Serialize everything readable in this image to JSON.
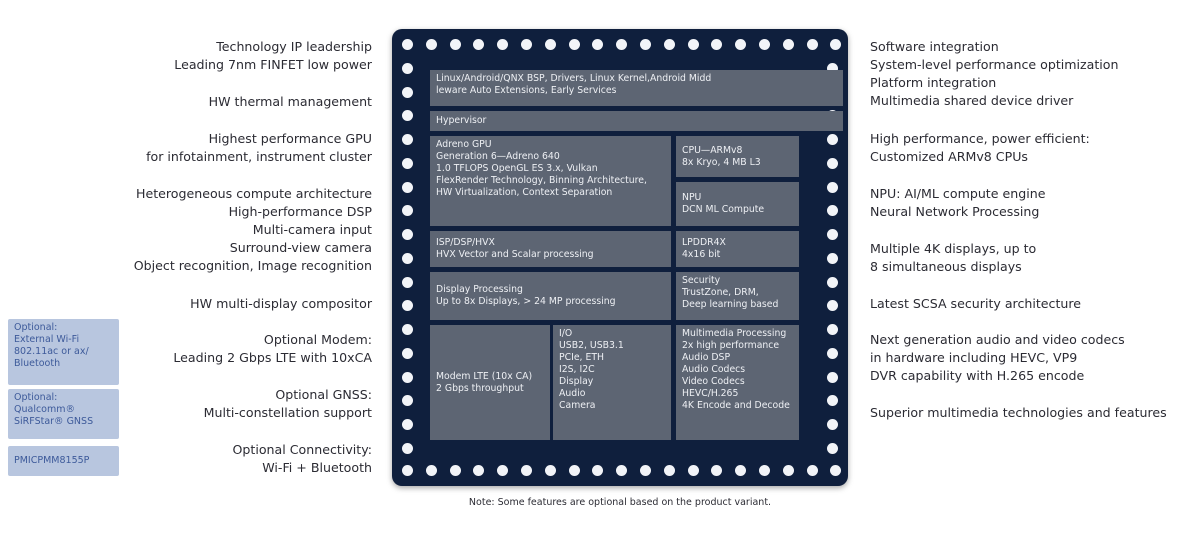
{
  "left_labels": [
    {
      "id": "ip",
      "lines": [
        "Technology IP leadership",
        "Leading 7nm FINFET low power"
      ]
    },
    {
      "id": "thermal",
      "lines": [
        "HW thermal management"
      ]
    },
    {
      "id": "gpu",
      "lines": [
        "Highest performance GPU",
        "for infotainment, instrument cluster"
      ]
    },
    {
      "id": "compute",
      "lines": [
        "Heterogeneous compute architecture",
        "High-performance DSP",
        "Multi-camera input",
        "Surround-view camera",
        "Object recognition, Image recognition"
      ]
    },
    {
      "id": "display",
      "lines": [
        "HW multi-display compositor"
      ]
    },
    {
      "id": "modem",
      "lines": [
        "Optional Modem:",
        "Leading 2 Gbps LTE with 10xCA"
      ]
    },
    {
      "id": "gnss",
      "lines": [
        "Optional GNSS:",
        "Multi-constellation support"
      ]
    },
    {
      "id": "connectivity",
      "lines": [
        "Optional Connectivity:",
        "Wi-Fi + Bluetooth"
      ]
    }
  ],
  "right_labels": [
    {
      "id": "software",
      "lines": [
        "Software integration",
        "System-level performance optimization",
        "Platform integration",
        "Multimedia shared device driver"
      ]
    },
    {
      "id": "cpu",
      "lines": [
        "High performance, power efficient:",
        "Customized ARMv8 CPUs"
      ]
    },
    {
      "id": "npu",
      "lines": [
        "NPU: AI/ML compute engine",
        "Neural Network Processing"
      ]
    },
    {
      "id": "displays",
      "lines": [
        "Multiple 4K displays, up to",
        "8 simultaneous displays"
      ]
    },
    {
      "id": "security",
      "lines": [
        "Latest SCSA security architecture"
      ]
    },
    {
      "id": "codecs",
      "lines": [
        "Next generation audio and video codecs",
        "in hardware including HEVC, VP9",
        "DVR capability with H.265 encode"
      ]
    },
    {
      "id": "multimedia",
      "lines": [
        "Superior multimedia technologies and features"
      ]
    }
  ],
  "option_boxes": [
    {
      "id": "wifi",
      "lines": [
        "Optional:",
        "External Wi-Fi",
        "802.11ac or ax/",
        "Bluetooth"
      ]
    },
    {
      "id": "gnss",
      "lines": [
        "Optional:",
        "Qualcomm®",
        "SiRFStar® GNSS"
      ]
    },
    {
      "id": "pmic",
      "lines": [
        "PMICPMM8155P"
      ]
    }
  ],
  "chip_blocks": [
    {
      "id": "bsp",
      "lines": [
        "Linux/Android/QNX BSP, Drivers, Linux Kernel,Android Midd",
        "leware Auto Extensions, Early Services"
      ]
    },
    {
      "id": "hypervisor",
      "lines": [
        "Hypervisor"
      ]
    },
    {
      "id": "gpu",
      "lines": [
        "Adreno GPU",
        "Generation 6—Adreno 640",
        "1.0 TFLOPS OpenGL ES 3.x, Vulkan",
        "FlexRender Technology, Binning Architecture,",
        "HW Virtualization, Context Separation"
      ]
    },
    {
      "id": "cpu",
      "lines": [
        "CPU—ARMv8",
        "8x Kryo, 4 MB L3"
      ]
    },
    {
      "id": "npu",
      "lines": [
        "NPU",
        "DCN ML Compute"
      ]
    },
    {
      "id": "isp",
      "lines": [
        "ISP/DSP/HVX",
        "HVX Vector and Scalar processing"
      ]
    },
    {
      "id": "lpddr",
      "lines": [
        "LPDDR4X",
        "4x16 bit"
      ]
    },
    {
      "id": "display",
      "lines": [
        "Display Processing",
        "Up to 8x Displays, > 24 MP processing"
      ]
    },
    {
      "id": "security",
      "lines": [
        "Security",
        "TrustZone, DRM,",
        "Deep learning based"
      ]
    },
    {
      "id": "modem",
      "lines": [
        "Modem LTE (10x CA)",
        "2 Gbps throughput"
      ]
    },
    {
      "id": "io",
      "lines": [
        "I/O",
        "USB2, USB3.1",
        "PCIe, ETH",
        "I2S, I2C",
        "Display",
        "Audio",
        "Camera"
      ]
    },
    {
      "id": "multimedia",
      "lines": [
        "Multimedia Processing",
        "2x high performance",
        "Audio DSP",
        "Audio Codecs",
        "Video Codecs",
        "HEVC/H.265",
        "4K Encode and Decode"
      ]
    }
  ],
  "note": "Note: Some features are optional based on the product variant.",
  "colors": {
    "chip_bg": "#0f1f3d",
    "block_bg": "#5d6573",
    "option_bg": "#b8c6df",
    "option_text": "#3d5a9a"
  }
}
